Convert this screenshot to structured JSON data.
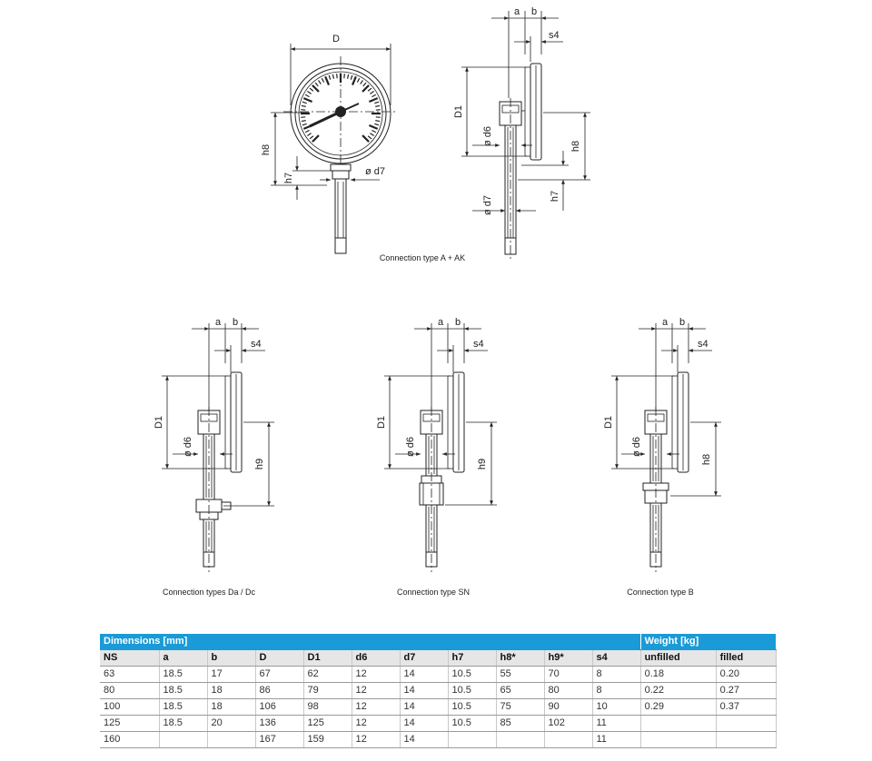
{
  "drawings": {
    "top_front": {
      "label_D": "D",
      "label_h8": "h8",
      "label_h7": "h7",
      "label_d7": "ø d7",
      "dial_ticks": 48
    },
    "top_side": {
      "label_a": "a",
      "label_b": "b",
      "label_s4": "s4",
      "label_D1": "D1",
      "label_d6": "ø d6",
      "label_h8": "h8",
      "label_d7": "ø d7",
      "label_h7": "h7",
      "caption": "Connection type A + AK"
    },
    "da_dc": {
      "label_a": "a",
      "label_b": "b",
      "label_s4": "s4",
      "label_D1": "D1",
      "label_d6": "ø d6",
      "label_h9": "h9",
      "caption": "Connection types Da / Dc"
    },
    "sn": {
      "label_a": "a",
      "label_b": "b",
      "label_s4": "s4",
      "label_D1": "D1",
      "label_d6": "ø d6",
      "label_h9": "h9",
      "caption": "Connection type SN"
    },
    "b": {
      "label_a": "a",
      "label_b": "b",
      "label_s4": "s4",
      "label_D1": "D1",
      "label_d6": "ø d6",
      "label_h8": "h8",
      "caption": "Connection type B"
    }
  },
  "table": {
    "group_dimensions": "Dimensions [mm]",
    "group_weight": "Weight [kg]",
    "headers": [
      "NS",
      "a",
      "b",
      "D",
      "D1",
      "d6",
      "d7",
      "h7",
      "h8*",
      "h9*",
      "s4",
      "unfilled",
      "filled"
    ],
    "rows": [
      [
        "63",
        "18.5",
        "17",
        "67",
        "62",
        "12",
        "14",
        "10.5",
        "55",
        "70",
        "8",
        "0.18",
        "0.20"
      ],
      [
        "80",
        "18.5",
        "18",
        "86",
        "79",
        "12",
        "14",
        "10.5",
        "65",
        "80",
        "8",
        "0.22",
        "0.27"
      ],
      [
        "100",
        "18.5",
        "18",
        "106",
        "98",
        "12",
        "14",
        "10.5",
        "75",
        "90",
        "10",
        "0.29",
        "0.37"
      ],
      [
        "125",
        "18.5",
        "20",
        "136",
        "125",
        "12",
        "14",
        "10.5",
        "85",
        "102",
        "11",
        "",
        ""
      ],
      [
        "160",
        "",
        "",
        "167",
        "159",
        "12",
        "14",
        "",
        "",
        "",
        "11",
        "",
        ""
      ]
    ]
  }
}
